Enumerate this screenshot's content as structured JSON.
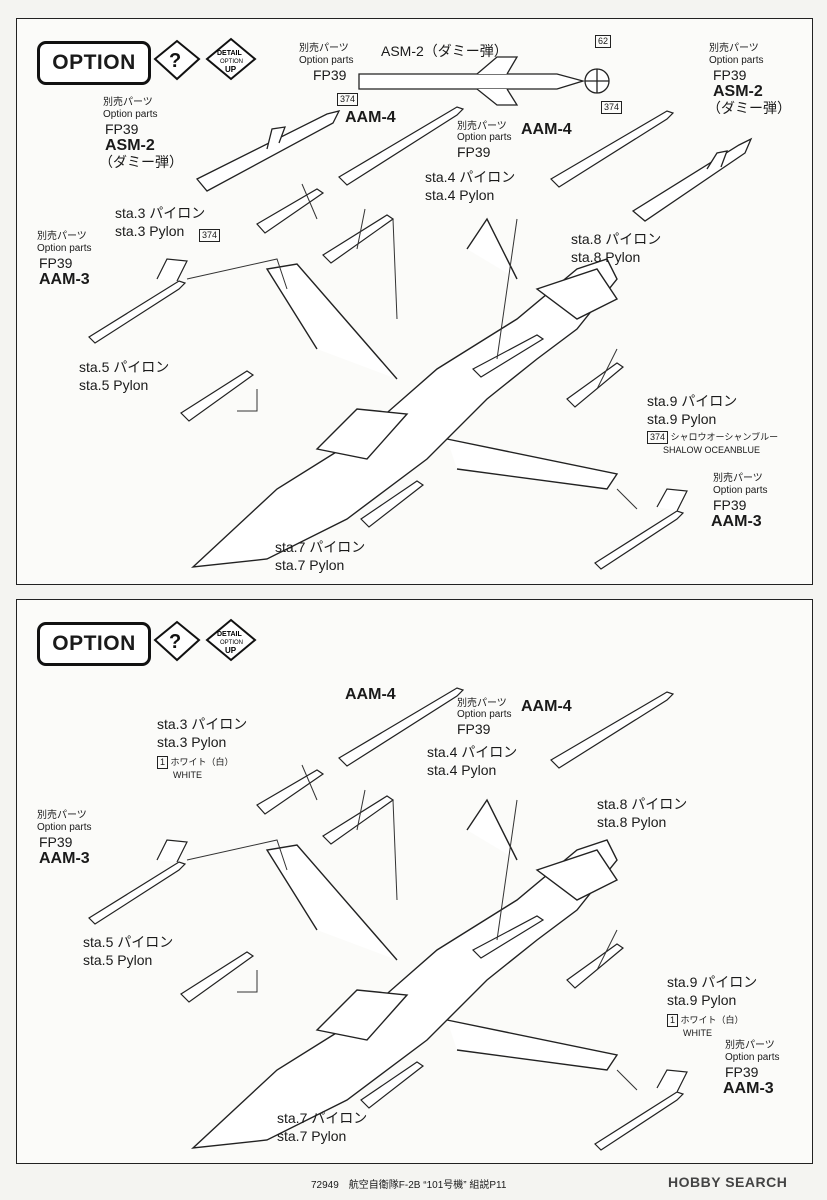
{
  "top": {
    "option_label": "OPTION",
    "detail_icon": {
      "line1": "DETAIL",
      "line2": "OPTION",
      "line3": "UP"
    },
    "asm_top": {
      "sep_jp": "別売パーツ",
      "sep_en": "Option parts",
      "code": "FP39",
      "name": "ASM-2（ダミー弾）",
      "num_374": "374",
      "num_62": "62",
      "num_374b": "374"
    },
    "asm_left": {
      "sep_jp": "別売パーツ",
      "sep_en": "Option parts",
      "code": "FP39",
      "name": "ASM-2",
      "sub": "（ダミー弾）"
    },
    "asm_right": {
      "sep_jp": "別売パーツ",
      "sep_en": "Option parts",
      "code": "FP39",
      "name": "ASM-2",
      "sub": "（ダミー弾）"
    },
    "aam4_left": {
      "name": "AAM-4"
    },
    "aam4_center": {
      "sep_jp": "別売パーツ",
      "sep_en": "Option parts",
      "code": "FP39"
    },
    "aam4_right": {
      "name": "AAM-4"
    },
    "aam3_left": {
      "sep_jp": "別売パーツ",
      "sep_en": "Option parts",
      "code": "FP39",
      "name": "AAM-3"
    },
    "aam3_right": {
      "sep_jp": "別売パーツ",
      "sep_en": "Option parts",
      "code": "FP39",
      "name": "AAM-3"
    },
    "sta3": {
      "jp": "sta.3 パイロン",
      "en": "sta.3 Pylon",
      "code": "374"
    },
    "sta4": {
      "jp": "sta.4 パイロン",
      "en": "sta.4 Pylon"
    },
    "sta5": {
      "jp": "sta.5 パイロン",
      "en": "sta.5 Pylon"
    },
    "sta7": {
      "jp": "sta.7 パイロン",
      "en": "sta.7 Pylon"
    },
    "sta8": {
      "jp": "sta.8 パイロン",
      "en": "sta.8 Pylon"
    },
    "sta9": {
      "jp": "sta.9 パイロン",
      "en": "sta.9 Pylon",
      "code": "374",
      "color_jp": "シャロウオーシャンブルー",
      "color_en": "SHALOW OCEANBLUE"
    }
  },
  "bottom": {
    "option_label": "OPTION",
    "detail_icon": {
      "line1": "DETAIL",
      "line2": "OPTION",
      "line3": "UP"
    },
    "aam4_left": {
      "name": "AAM-4"
    },
    "aam4_center": {
      "sep_jp": "別売パーツ",
      "sep_en": "Option parts",
      "code": "FP39"
    },
    "aam4_right": {
      "name": "AAM-4"
    },
    "aam3_left": {
      "sep_jp": "別売パーツ",
      "sep_en": "Option parts",
      "code": "FP39",
      "name": "AAM-3"
    },
    "aam3_right": {
      "sep_jp": "別売パーツ",
      "sep_en": "Option parts",
      "code": "FP39",
      "name": "AAM-3"
    },
    "sta3": {
      "jp": "sta.3 パイロン",
      "en": "sta.3 Pylon",
      "code": "1",
      "color_jp": "ホワイト（白）",
      "color_en": "WHITE"
    },
    "sta4": {
      "jp": "sta.4 パイロン",
      "en": "sta.4 Pylon"
    },
    "sta5": {
      "jp": "sta.5 パイロン",
      "en": "sta.5 Pylon"
    },
    "sta7": {
      "jp": "sta.7 パイロン",
      "en": "sta.7 Pylon"
    },
    "sta8": {
      "jp": "sta.8 パイロン",
      "en": "sta.8 Pylon"
    },
    "sta9": {
      "jp": "sta.9 パイロン",
      "en": "sta.9 Pylon",
      "code": "1",
      "color_jp": "ホワイト（白）",
      "color_en": "WHITE"
    }
  },
  "footer": {
    "text": "72949　航空自衛隊F-2B “101号機” 組説P11",
    "brand": "HOBBY SEARCH"
  }
}
